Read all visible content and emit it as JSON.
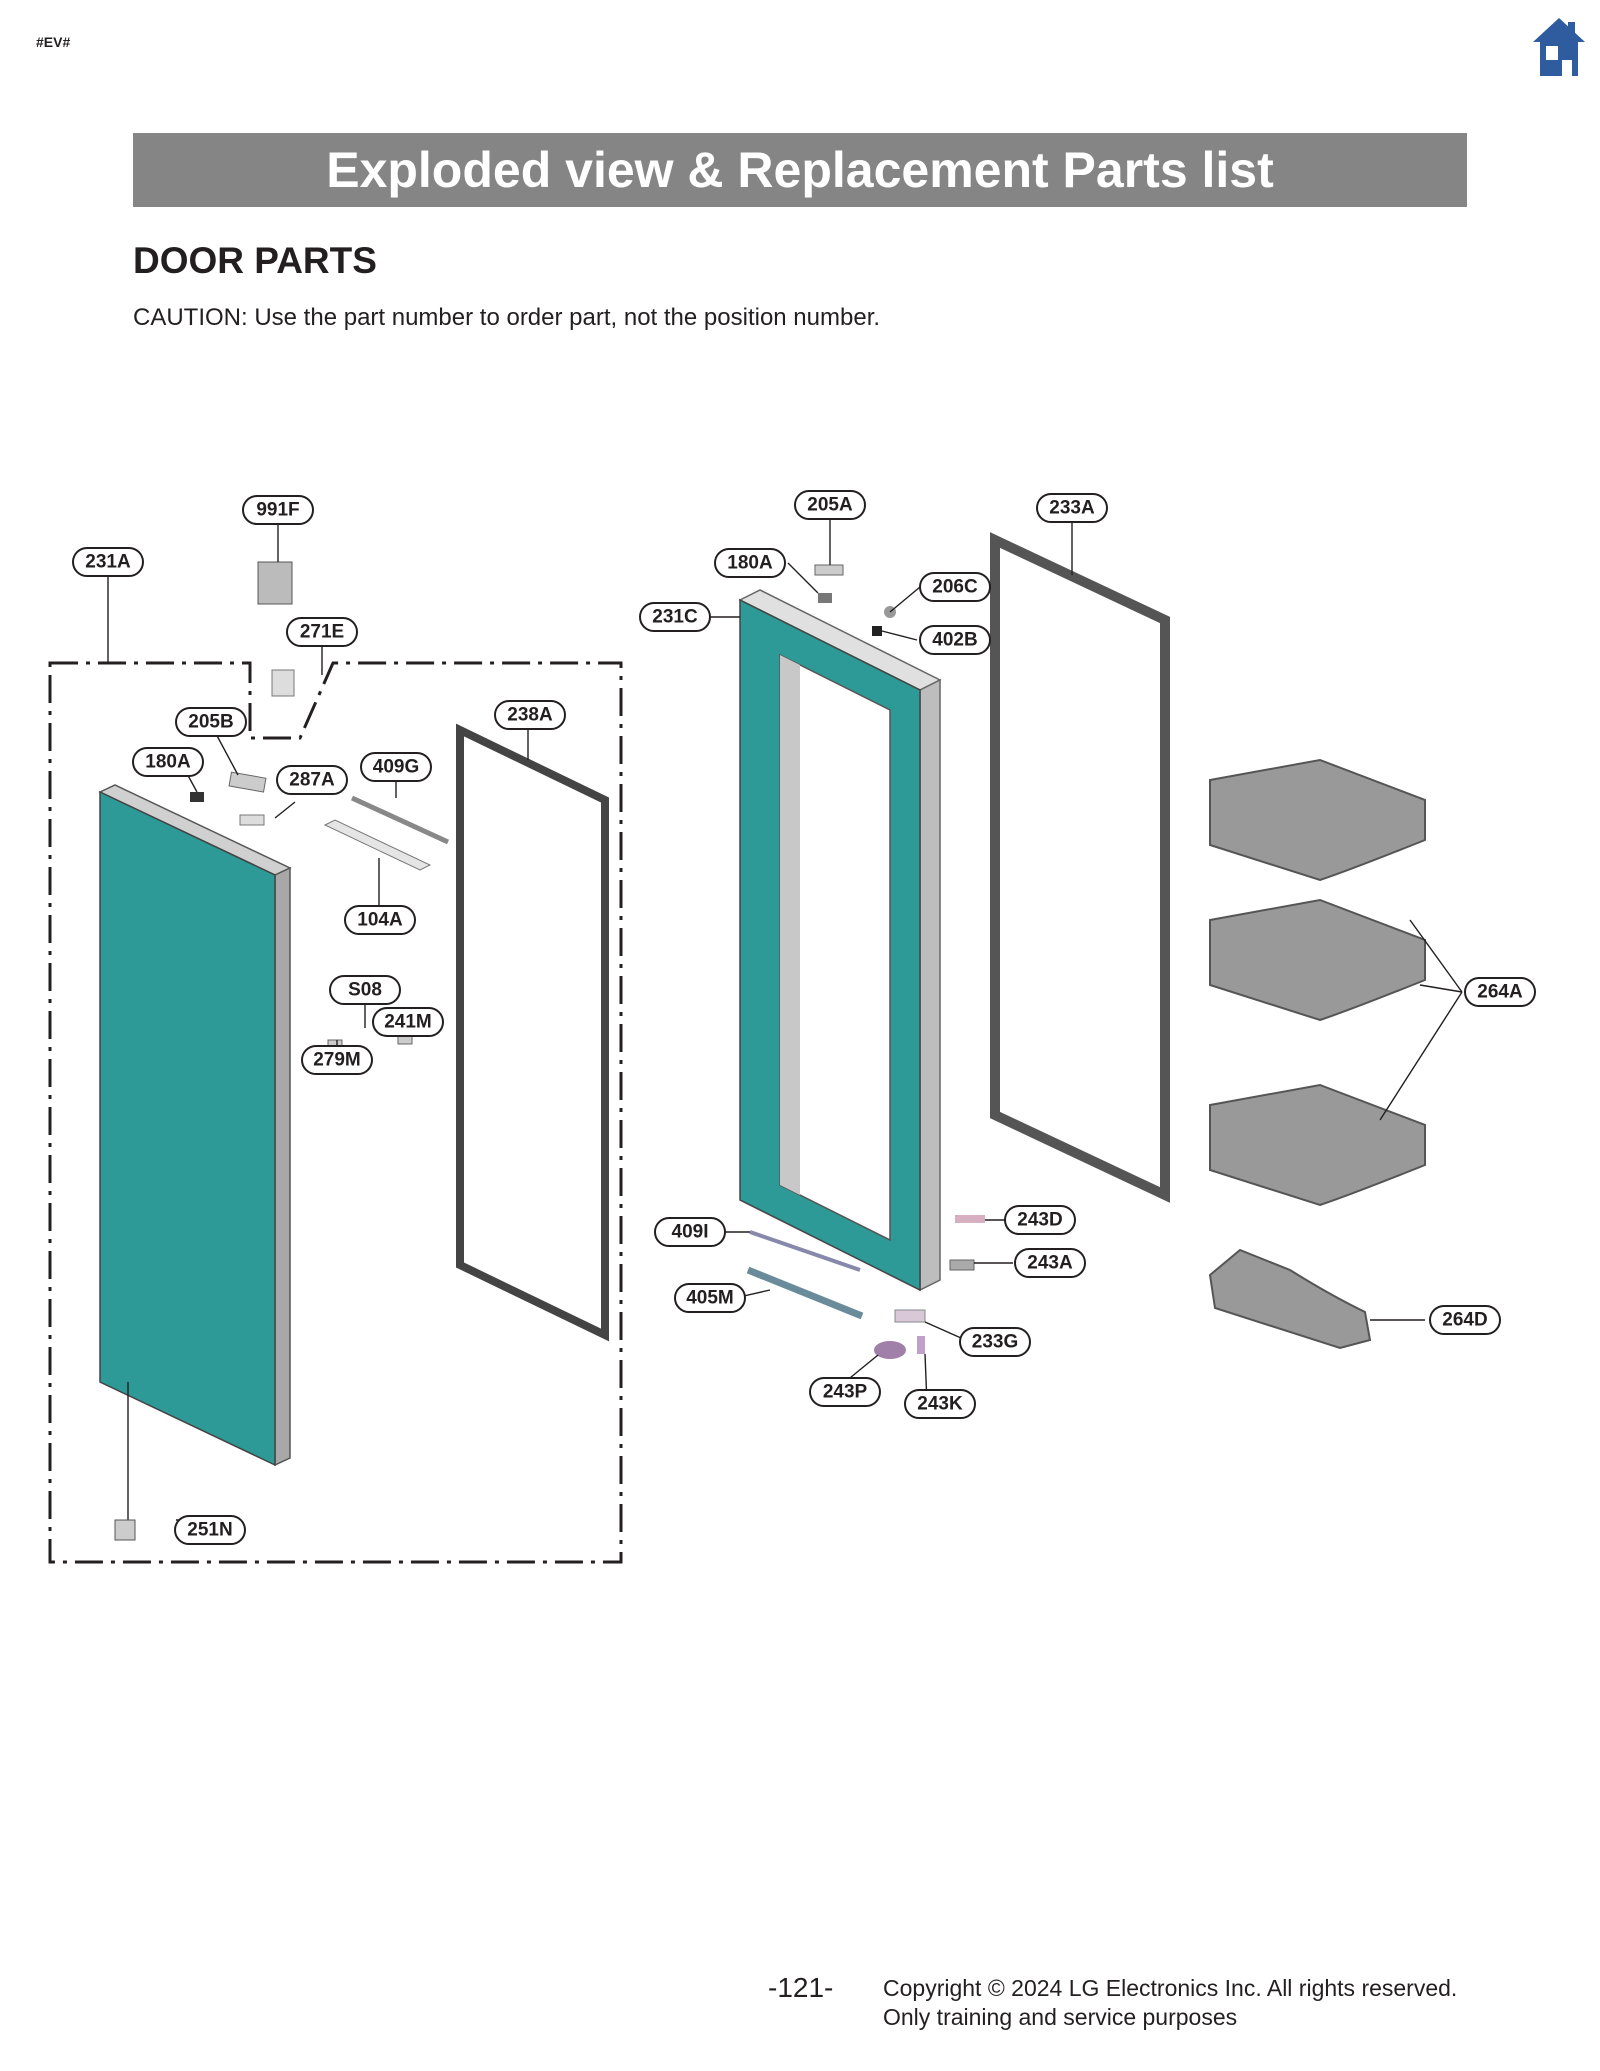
{
  "header": {
    "tag": "#EV#",
    "home_icon": "home-icon",
    "home_color": "#2e5c9e"
  },
  "banner": {
    "title": "Exploded view & Replacement Parts list",
    "color": "#858585"
  },
  "section": {
    "title": "DOOR PARTS",
    "caution": "CAUTION: Use the part number to order part, not the position number."
  },
  "diagram": {
    "door_color": "#2e9a97",
    "part_labels": [
      "991F",
      "231A",
      "271E",
      "205B",
      "180A",
      "287A",
      "409G",
      "238A",
      "104A",
      "S08",
      "241M",
      "279M",
      "251N",
      "205A",
      "233A",
      "180A",
      "206C",
      "231C",
      "402B",
      "264A",
      "243D",
      "409I",
      "243A",
      "405M",
      "233G",
      "243P",
      "243K",
      "264D"
    ]
  },
  "footer": {
    "page_number": "-121-",
    "copyright": "Copyright © 2024 LG Electronics Inc. All rights reserved.",
    "purpose": "Only training and service purposes"
  }
}
